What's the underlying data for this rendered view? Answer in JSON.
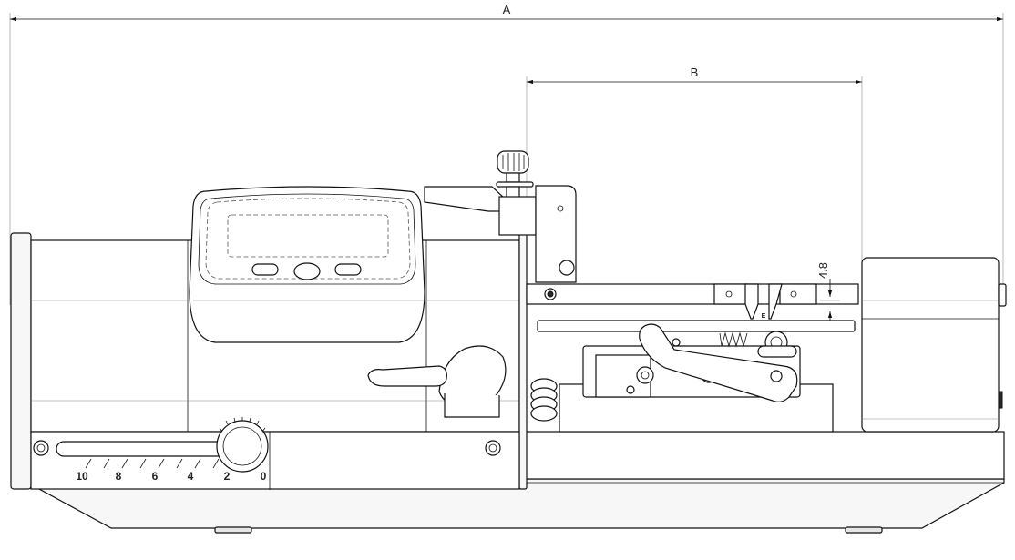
{
  "dimensions": {
    "a_label": "A",
    "b_label": "B",
    "height_label": "4.8",
    "e_label": "E"
  },
  "scale_labels": [
    "10",
    "8",
    "6",
    "4",
    "2",
    "0"
  ],
  "colors": {
    "line": "#111111",
    "background": "#ffffff",
    "fill": "#f7f7f7"
  }
}
